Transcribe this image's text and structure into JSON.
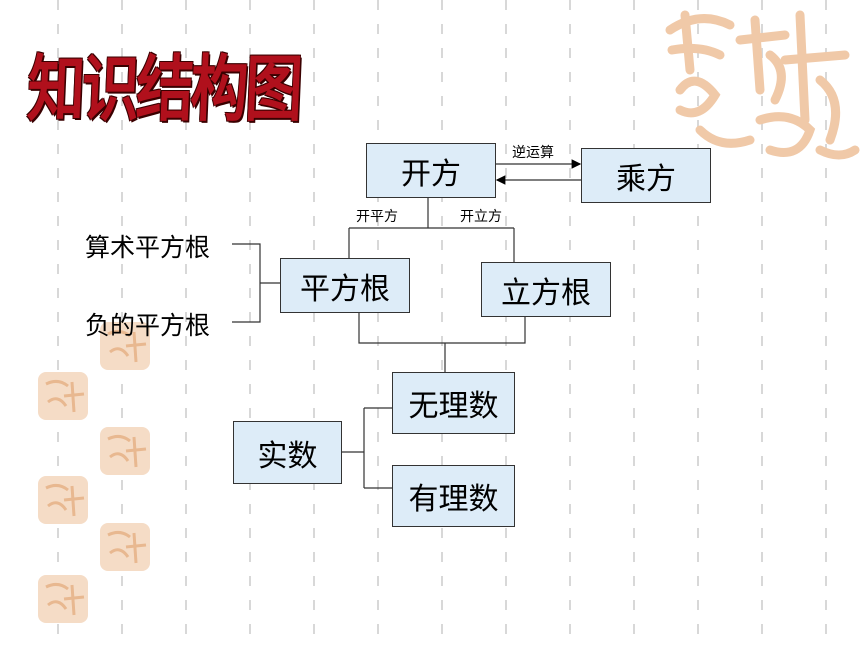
{
  "title": "知识结构图",
  "nodes": {
    "kaifang": "开方",
    "chengfang": "乘方",
    "pingfanggen": "平方根",
    "lifanggen": "立方根",
    "wulishu": "无理数",
    "youlishu": "有理数",
    "shishu": "实数"
  },
  "labels": {
    "suanshu": "算术平方根",
    "fu": "负的平方根",
    "niyunsuan": "逆运算",
    "kaipingfang": "开平方",
    "kailifang": "开立方"
  },
  "colors": {
    "box_fill": "#ddecf8",
    "title_red": "#b0101c",
    "stamp": "#f0c9a8"
  }
}
